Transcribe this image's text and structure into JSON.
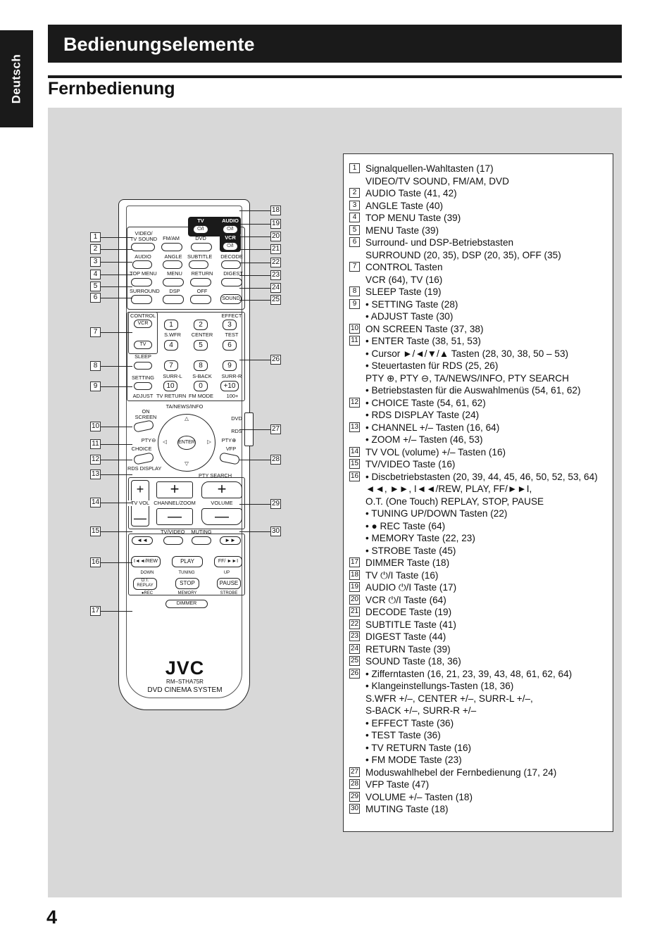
{
  "side_tab": "Deutsch",
  "header": {
    "title": "Bedienungselemente",
    "subtitle": "Fernbedienung"
  },
  "page_number": "4",
  "legend": [
    {
      "n": "1",
      "t": "Signalquellen-Wahltasten (17)"
    },
    {
      "n": "",
      "t": "VIDEO/TV SOUND, FM/AM, DVD"
    },
    {
      "n": "2",
      "t": "AUDIO Taste (41, 42)"
    },
    {
      "n": "3",
      "t": "ANGLE Taste (40)"
    },
    {
      "n": "4",
      "t": "TOP MENU Taste (39)"
    },
    {
      "n": "5",
      "t": "MENU Taste (39)"
    },
    {
      "n": "6",
      "t": "Surround- und DSP-Betriebstasten"
    },
    {
      "n": "",
      "t": "SURROUND (20, 35), DSP (20, 35), OFF (35)"
    },
    {
      "n": "7",
      "t": "CONTROL Tasten"
    },
    {
      "n": "",
      "t": "VCR (64), TV (16)"
    },
    {
      "n": "8",
      "t": "SLEEP Taste (19)"
    },
    {
      "n": "9",
      "t": "• SETTING Taste (28)"
    },
    {
      "n": "",
      "t": "• ADJUST Taste (30)"
    },
    {
      "n": "10",
      "t": "ON SCREEN Taste (37, 38)"
    },
    {
      "n": "11",
      "t": "• ENTER Taste (38, 51, 53)"
    },
    {
      "n": "",
      "t": "• Cursor ►/◄/▼/▲ Tasten (28, 30, 38, 50 – 53)"
    },
    {
      "n": "",
      "t": "• Steuertasten für RDS (25, 26)"
    },
    {
      "n": "",
      "t": "   PTY ⊕, PTY ⊖, TA/NEWS/INFO, PTY SEARCH"
    },
    {
      "n": "",
      "t": "• Betriebstasten für die Auswahlmenüs (54, 61, 62)"
    },
    {
      "n": "12",
      "t": "• CHOICE Taste (54, 61, 62)"
    },
    {
      "n": "",
      "t": "• RDS DISPLAY Taste (24)"
    },
    {
      "n": "13",
      "t": "• CHANNEL +/– Tasten (16, 64)"
    },
    {
      "n": "",
      "t": "• ZOOM +/– Tasten (46, 53)"
    },
    {
      "n": "14",
      "t": "TV VOL (volume) +/– Tasten (16)"
    },
    {
      "n": "15",
      "t": "TV/VIDEO Taste (16)"
    },
    {
      "n": "16",
      "t": "• Discbetriebstasten (20, 39, 44, 45, 46, 50, 52, 53, 64)"
    },
    {
      "n": "",
      "t": "   ◄◄, ►►, I◄◄/REW, PLAY, FF/►►I,"
    },
    {
      "n": "",
      "t": "   O.T.  (One Touch) REPLAY, STOP, PAUSE"
    },
    {
      "n": "",
      "t": "• TUNING UP/DOWN Tasten (22)"
    },
    {
      "n": "",
      "t": "• ● REC Taste (64)"
    },
    {
      "n": "",
      "t": "• MEMORY Taste (22, 23)"
    },
    {
      "n": "",
      "t": "• STROBE Taste (45)"
    },
    {
      "n": "17",
      "t": "DIMMER Taste (18)"
    },
    {
      "n": "18",
      "t": "TV ⏻/I  Taste (16)"
    },
    {
      "n": "19",
      "t": "AUDIO  ⏻/I  Taste (17)"
    },
    {
      "n": "20",
      "t": "VCR  ⏻/I  Taste (64)"
    },
    {
      "n": "21",
      "t": "DECODE Taste (19)"
    },
    {
      "n": "22",
      "t": "SUBTITLE Taste (41)"
    },
    {
      "n": "23",
      "t": "DIGEST Taste (44)"
    },
    {
      "n": "24",
      "t": "RETURN Taste (39)"
    },
    {
      "n": "25",
      "t": "SOUND Taste (18, 36)"
    },
    {
      "n": "26",
      "t": "• Zifferntasten (16, 21, 23, 39, 43, 48, 61, 62, 64)"
    },
    {
      "n": "",
      "t": "• Klangeinstellungs-Tasten (18, 36)"
    },
    {
      "n": "",
      "t": "   S.WFR +/–, CENTER +/–, SURR-L +/–,"
    },
    {
      "n": "",
      "t": "   S-BACK +/–, SURR-R +/–"
    },
    {
      "n": "",
      "t": "• EFFECT Taste (36)"
    },
    {
      "n": "",
      "t": "• TEST Taste (36)"
    },
    {
      "n": "",
      "t": "• TV RETURN Taste (16)"
    },
    {
      "n": "",
      "t": "• FM MODE Taste (23)"
    },
    {
      "n": "27",
      "t": "Moduswahlhebel der Fernbedienung (17, 24)"
    },
    {
      "n": "28",
      "t": "VFP Taste (47)"
    },
    {
      "n": "29",
      "t": "VOLUME +/– Tasten (18)"
    },
    {
      "n": "30",
      "t": "MUTING Taste (18)"
    }
  ],
  "remote": {
    "brand": "JVC",
    "model": "RM–STHA75R",
    "system": "DVD CINEMA SYSTEM",
    "labels": {
      "tv": "TV",
      "audio": "AUDIO",
      "vcr": "VCR",
      "power": "⏻/I",
      "video_tv_sound": "VIDEO/\nTV SOUND",
      "fm_am": "FM/AM",
      "dvd": "DVD",
      "audio_btn": "AUDIO",
      "angle": "ANGLE",
      "subtitle": "SUBTITLE",
      "decode": "DECODE",
      "top_menu": "TOP MENU",
      "menu": "MENU",
      "return": "RETURN",
      "digest": "DIGEST",
      "surround": "SURROUND",
      "dsp": "DSP",
      "off": "OFF",
      "sound": "SOUND",
      "control": "CONTROL",
      "ctrl_vcr": "VCR",
      "ctrl_tv": "TV",
      "sleep": "SLEEP",
      "setting": "SETTING",
      "adjust": "ADJUST",
      "effect": "EFFECT",
      "swfr": "S.WFR",
      "center": "CENTER",
      "test": "TEST",
      "surr_l": "SURR-L",
      "s_back": "S-BACK",
      "surr_r": "SURR-R",
      "tv_return": "TV RETURN",
      "fm_mode": "FM MODE",
      "plus10": "+10",
      "plus100": "100+",
      "ta_news": "TA/NEWS/INFO",
      "on_screen": "ON\nSCREEN",
      "pty_minus": "PTY⊖",
      "pty_plus": "PTY⊕",
      "enter": "ENTER",
      "choice": "CHOICE",
      "rds_display": "RDS DISPLAY",
      "vfp": "VFP",
      "dvd_mode": "DVD",
      "rds_mode": "RDS",
      "pty_search": "PTY SEARCH",
      "tv_vol": "TV VOL",
      "channel_zoom": "CHANNEL/ZOOM",
      "volume": "VOLUME",
      "tv_video": "TV/VIDEO",
      "muting": "MUTING",
      "rewind": "◄◄",
      "fast_forward": "►►",
      "rew": "I◄◄/REW",
      "play": "PLAY",
      "ff": "FF/ ►►I",
      "down": "DOWN",
      "tuning": "TUNING",
      "up": "UP",
      "ot_replay": "O.T.\nREPLAY",
      "stop": "STOP",
      "pause": "PAUSE",
      "rec": "●REC",
      "memory": "MEMORY",
      "strobe": "STROBE",
      "dimmer": "DIMMER"
    },
    "digits": [
      "1",
      "2",
      "3",
      "4",
      "5",
      "6",
      "7",
      "8",
      "9",
      "10",
      "0"
    ],
    "callouts": [
      "1",
      "2",
      "3",
      "4",
      "5",
      "6",
      "7",
      "8",
      "9",
      "10",
      "11",
      "12",
      "13",
      "14",
      "15",
      "16",
      "17",
      "18",
      "19",
      "20",
      "21",
      "22",
      "23",
      "24",
      "25",
      "26",
      "27",
      "28",
      "29",
      "30"
    ]
  }
}
